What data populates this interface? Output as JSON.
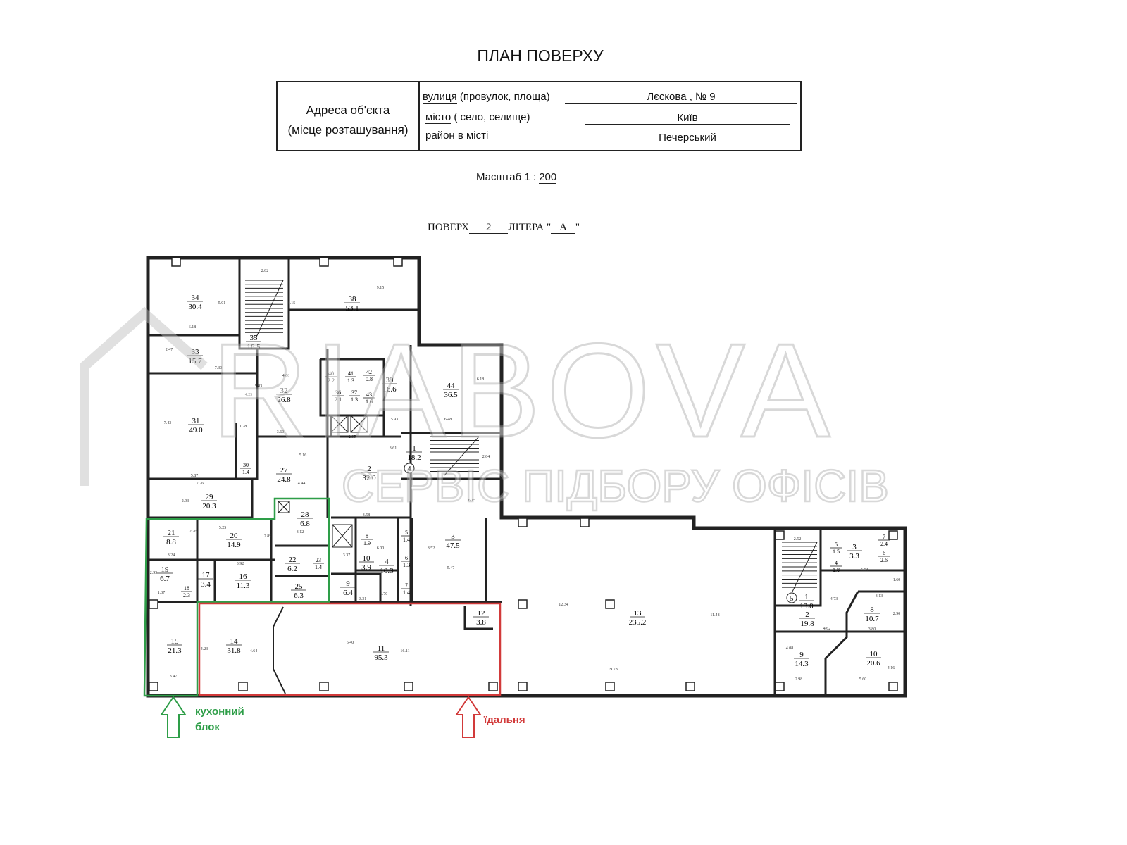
{
  "title": "ПЛАН ПОВЕРХУ",
  "address_table": {
    "header_line1": "Адреса об'єкта",
    "header_line2": "(місце розташування)",
    "street_label_main": "вулиця",
    "street_label_rest": " (провулок, площа)",
    "street_value": "Лєскова  , № 9",
    "city_label_main": "місто",
    "city_label_rest": " ( село, селище)",
    "city_value": "Київ",
    "district_label": "район в місті",
    "district_value": "Печерський"
  },
  "scale": {
    "label": "Масштаб  1 :",
    "value": "200"
  },
  "floor": {
    "floor_label": "ПОВЕРХ",
    "floor_value": "2",
    "letter_label": "ЛІТЕРА",
    "letter_value": "А"
  },
  "rooms": [
    {
      "n": "34",
      "a": "30.4"
    },
    {
      "n": "38",
      "a": "53.1"
    },
    {
      "n": "35",
      "a": "16.5"
    },
    {
      "n": "33",
      "a": "15.7"
    },
    {
      "n": "32",
      "a": "26.8"
    },
    {
      "n": "40",
      "a": "2.2"
    },
    {
      "n": "41",
      "a": "1.3"
    },
    {
      "n": "42",
      "a": "0.8"
    },
    {
      "n": "36",
      "a": "2.1"
    },
    {
      "n": "37",
      "a": "1.3"
    },
    {
      "n": "43",
      "a": "1.6"
    },
    {
      "n": "39",
      "a": "16.6"
    },
    {
      "n": "44",
      "a": "36.5"
    },
    {
      "n": "31",
      "a": "49.0"
    },
    {
      "n": "30",
      "a": "1.4"
    },
    {
      "n": "27",
      "a": "24.8"
    },
    {
      "n": "2",
      "a": "32.0"
    },
    {
      "n": "1",
      "a": "18.2"
    },
    {
      "n": "29",
      "a": "20.3"
    },
    {
      "n": "28",
      "a": "6.8"
    },
    {
      "n": "21",
      "a": "8.8"
    },
    {
      "n": "20",
      "a": "14.9"
    },
    {
      "n": "22",
      "a": "6.2"
    },
    {
      "n": "23",
      "a": "1.4"
    },
    {
      "n": "8",
      "a": "1.9"
    },
    {
      "n": "10",
      "a": "3.9"
    },
    {
      "n": "4",
      "a": "10.3"
    },
    {
      "n": "5",
      "a": "1.4"
    },
    {
      "n": "6",
      "a": "1.3"
    },
    {
      "n": "7",
      "a": "1.4"
    },
    {
      "n": "3",
      "a": "47.5"
    },
    {
      "n": "19",
      "a": "6.7"
    },
    {
      "n": "17",
      "a": "3.4"
    },
    {
      "n": "16",
      "a": "11.3"
    },
    {
      "n": "18",
      "a": "2.3"
    },
    {
      "n": "25",
      "a": "6.3"
    },
    {
      "n": "9",
      "a": "6.4"
    },
    {
      "n": "12",
      "a": "3.8"
    },
    {
      "n": "15",
      "a": "21.3"
    },
    {
      "n": "14",
      "a": "31.8"
    },
    {
      "n": "11",
      "a": "95.3"
    },
    {
      "n": "13",
      "a": "235.2"
    },
    {
      "n": "1",
      "a": "13.0"
    },
    {
      "n": "2",
      "a": "19.8"
    },
    {
      "n": "3",
      "a": "3.3"
    },
    {
      "n": "8",
      "a": "10.7"
    },
    {
      "n": "9",
      "a": "14.3"
    },
    {
      "n": "10",
      "a": "20.6"
    },
    {
      "n": "5",
      "a": "1.5"
    },
    {
      "n": "4",
      "a": "1.8"
    },
    {
      "n": "7",
      "a": "2.4"
    },
    {
      "n": "6",
      "a": "2.6"
    }
  ],
  "dimensions": [
    "2.82",
    "9.15",
    "5.01",
    "6.15",
    "6.18",
    "2.47",
    "7.30",
    "4.60",
    "5.83",
    "4.25",
    "7.43",
    "1.28",
    "3.60",
    "2.95",
    "5.87",
    "7.26",
    "5.16",
    "4.44",
    "2.93",
    "6.18",
    "5.93",
    "6.48",
    "3.61",
    "2.84",
    "6.15",
    "8.52",
    "5.47",
    "3.24",
    "5.25",
    "2.76",
    "3.92",
    "2.85",
    "3.12",
    "3.58",
    "6.00",
    "3.37",
    "1.70",
    "3.31",
    "1.37",
    "2.95",
    "4.23",
    "4.64",
    "6.40",
    "16.11",
    "3.47",
    "12.34",
    "11.48",
    "19.78",
    "2.52",
    "5.54",
    "1.60",
    "4.73",
    "3.13",
    "2.90",
    "4.62",
    "3.80",
    "4.08",
    "2.98",
    "5.60",
    "4.16"
  ],
  "stair_markers": [
    "4",
    "5"
  ],
  "zones": {
    "kitchen": {
      "label_line1": "кухонний",
      "label_line2": "блок",
      "color": "#2e9e48"
    },
    "dining": {
      "label": "їдальня",
      "color": "#d23a3a"
    }
  },
  "watermark": {
    "brand": "RIABOVA",
    "tagline": "СЕРВІС ПІДБОРУ ОФІСІВ"
  }
}
